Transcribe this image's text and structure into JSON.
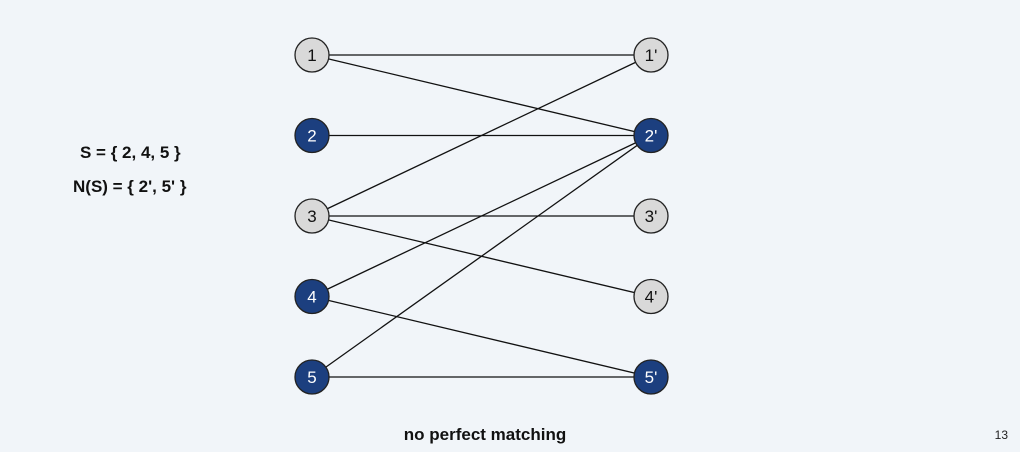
{
  "colors": {
    "background": "#f1f5f9",
    "node_highlight": "#1c3f7f",
    "node_plain": "#d9d9d9",
    "node_stroke": "#222222",
    "edge": "#111111",
    "label_on_highlight": "#ffffff",
    "label_on_plain": "#111111"
  },
  "set_s": "S = { 2, 4, 5 }",
  "set_ns": "N(S) = { 2', 5' }",
  "caption": "no perfect matching",
  "page_number": "13",
  "graph": {
    "left_nodes": [
      {
        "id": "L1",
        "label": "1",
        "highlighted": false
      },
      {
        "id": "L2",
        "label": "2",
        "highlighted": true
      },
      {
        "id": "L3",
        "label": "3",
        "highlighted": false
      },
      {
        "id": "L4",
        "label": "4",
        "highlighted": true
      },
      {
        "id": "L5",
        "label": "5",
        "highlighted": true
      }
    ],
    "right_nodes": [
      {
        "id": "R1",
        "label": "1'",
        "highlighted": false
      },
      {
        "id": "R2",
        "label": "2'",
        "highlighted": true
      },
      {
        "id": "R3",
        "label": "3'",
        "highlighted": false
      },
      {
        "id": "R4",
        "label": "4'",
        "highlighted": false
      },
      {
        "id": "R5",
        "label": "5'",
        "highlighted": true
      }
    ],
    "edges": [
      [
        "L1",
        "R1"
      ],
      [
        "L1",
        "R2"
      ],
      [
        "L2",
        "R2"
      ],
      [
        "L3",
        "R1"
      ],
      [
        "L3",
        "R3"
      ],
      [
        "L3",
        "R4"
      ],
      [
        "L4",
        "R2"
      ],
      [
        "L4",
        "R5"
      ],
      [
        "L5",
        "R2"
      ],
      [
        "L5",
        "R5"
      ]
    ]
  }
}
